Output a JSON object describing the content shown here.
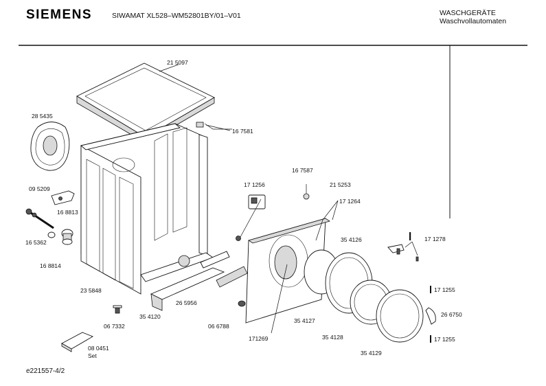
{
  "header": {
    "brand": "SIEMENS",
    "model": "SIWAMAT XL528–WM52801BY/01–V01",
    "category_line1": "WASCHGERÄTE",
    "category_line2": "Waschvollautomaten"
  },
  "footer": {
    "drawing_id": "e221557-4/2"
  },
  "parts": {
    "p215097": "21 5097",
    "p285435": "28 5435",
    "p167581": "16 7581",
    "p095209": "09 5209",
    "p168813": "16 8813",
    "p165362": "16 5362",
    "p168814": "16 8814",
    "p235848": "23 5848",
    "p067332": "06 7332",
    "p080451": "08 0451",
    "p080451_set": "Set",
    "p354120": "35 4120",
    "p265956": "26 5956",
    "p066788": "06 6788",
    "p171256": "17 1256",
    "p167587": "16 7587",
    "p215253": "21 5253",
    "p171264": "17 1264",
    "p354126": "35 4126",
    "p171269": "171269",
    "p354127": "35 4127",
    "p354128": "35 4128",
    "p354129": "35 4129",
    "p171278": "17 1278",
    "p171255a": "17 1255",
    "p266750": "26 6750",
    "p171255b": "17 1255"
  }
}
